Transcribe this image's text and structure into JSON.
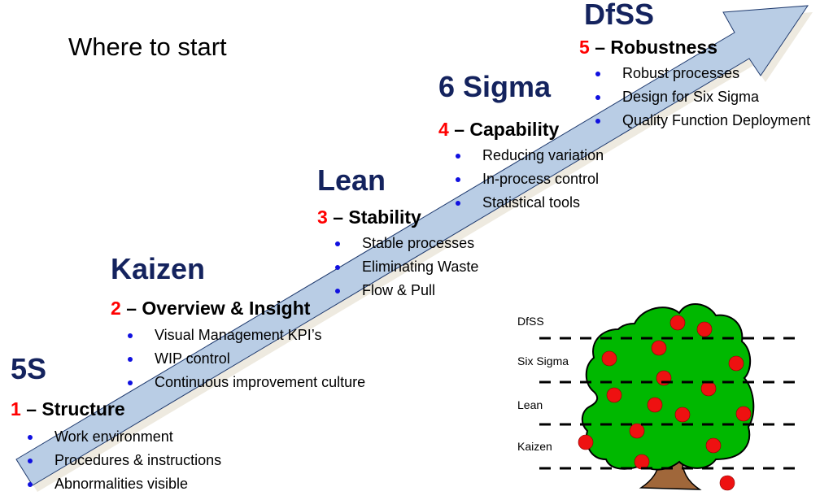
{
  "title": "Where to start",
  "stages": [
    {
      "name": "5S",
      "number": "1",
      "heading": "– Structure",
      "items": [
        "Work environment",
        "Procedures & instructions",
        "Abnormalities visible"
      ]
    },
    {
      "name": "Kaizen",
      "number": "2",
      "heading": "– Overview & Insight",
      "items": [
        "Visual Management KPI’s",
        "WIP control",
        "Continuous improvement culture"
      ]
    },
    {
      "name": "Lean",
      "number": "3",
      "heading": "– Stability",
      "items": [
        "Stable processes",
        "Eliminating Waste",
        "Flow & Pull"
      ]
    },
    {
      "name": "6 Sigma",
      "number": "4",
      "heading": "– Capability",
      "items": [
        "Reducing variation",
        "In-process control",
        "Statistical tools"
      ]
    },
    {
      "name": "DfSS",
      "number": "5",
      "heading": "– Robustness",
      "items": [
        "Robust processes",
        "Design for Six Sigma",
        "Quality Function Deployment"
      ]
    }
  ],
  "tree": {
    "levels": [
      "DfSS",
      "Six Sigma",
      "Lean",
      "Kaizen"
    ]
  },
  "colors": {
    "arrow": "#b9cde5",
    "arrow_stroke": "#1f3a6e",
    "stage_name": "#14235e",
    "number": "#ff0000",
    "bullet": "#1010e0",
    "foliage": "#00b800",
    "apple": "#ee1111",
    "trunk": "#a0673a"
  }
}
